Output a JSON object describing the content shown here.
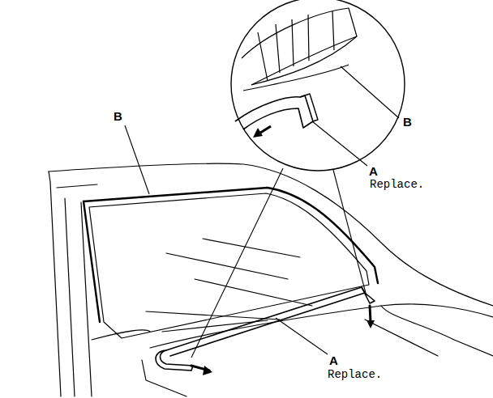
{
  "diagram": {
    "labels": [
      "B",
      "B",
      "A",
      "Replace.",
      "A",
      "Replace."
    ]
  }
}
